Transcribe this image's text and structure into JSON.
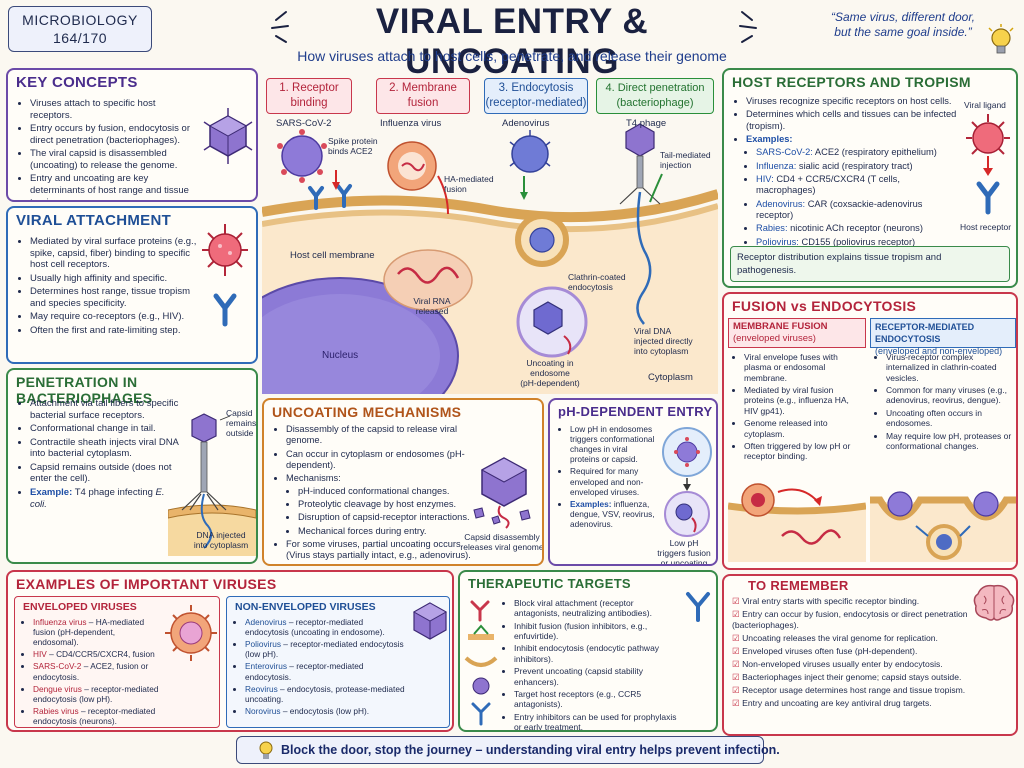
{
  "header": {
    "course": "MICROBIOLOGY",
    "page": "164/170",
    "title": "VIRAL ENTRY & UNCOATING",
    "subtitle": "How viruses attach to host cells, penetrate, and release their genome",
    "quote_line1": "“Same virus, different door,",
    "quote_line2": "but the same goal inside.”"
  },
  "key_concepts": {
    "title": "KEY CONCEPTS",
    "items": [
      "Viruses attach to specific host receptors.",
      "Entry occurs by fusion, endocytosis or direct penetration (bacteriophages).",
      "The viral capsid is disassembled (uncoating) to release the genome.",
      "Entry and uncoating are key determinants of host range and tissue tropism."
    ]
  },
  "viral_attachment": {
    "title": "VIRAL ATTACHMENT",
    "items": [
      "Mediated by viral surface proteins (e.g., spike, capsid, fiber) binding to specific host cell receptors.",
      "Usually high affinity and specific.",
      "Determines host range, tissue tropism and species specificity.",
      "May require co-receptors (e.g., HIV).",
      "Often the first and rate-limiting step."
    ]
  },
  "penetration": {
    "title": "PENETRATION IN BACTERIOPHAGES",
    "items": [
      "Attachment via tail fibers to specific bacterial surface receptors.",
      "Conformational change in tail.",
      "Contractile sheath injects viral DNA into bacterial cytoplasm.",
      "Capsid remains outside (does not enter the cell)."
    ],
    "example_label": "Example:",
    "example_text": "T4 phage infecting",
    "example_italic": "E. coli.",
    "capsid_label1": "Capsid",
    "capsid_label2": "remains",
    "capsid_label3": "outside",
    "dna_label1": "DNA injected",
    "dna_label2": "into cytoplasm"
  },
  "entry": {
    "step1_title1": "1. Receptor",
    "step1_title2": "binding",
    "step2_title1": "2. Membrane",
    "step2_title2": "fusion",
    "step3_title1": "3. Endocytosis",
    "step3_title2": "(receptor-mediated)",
    "step4_title1": "4. Direct penetration",
    "step4_title2": "(bacteriophage)",
    "virus1": "SARS-CoV-2",
    "virus2": "Influenza virus",
    "virus3": "Adenovirus",
    "virus4": "T4 phage",
    "spike1": "Spike protein",
    "spike2": "binds ACE2",
    "ha1": "HA-mediated",
    "ha2": "fusion",
    "tail1": "Tail-mediated",
    "tail2": "injection",
    "host_membrane": "Host cell membrane",
    "rna1": "Viral RNA",
    "rna2": "released",
    "clathrin1": "Clathrin-coated",
    "clathrin2": "endocytosis",
    "uncoat1": "Uncoating in",
    "uncoat2": "endosome",
    "uncoat3": "(pH-dependent)",
    "dna1": "Viral DNA",
    "dna2": "injected directly",
    "dna3": "into cytoplasm",
    "nucleus": "Nucleus",
    "cytoplasm": "Cytoplasm"
  },
  "receptors": {
    "title": "HOST RECEPTORS AND TROPISM",
    "items": [
      "Viruses recognize specific receptors on host cells.",
      "Determines which cells and tissues can be infected (tropism)."
    ],
    "examples_label": "Examples:",
    "examples": [
      {
        "name": "SARS-CoV-2:",
        "text": "ACE2 (respiratory epithelium)"
      },
      {
        "name": "Influenza:",
        "text": "sialic acid (respiratory tract)"
      },
      {
        "name": "HIV:",
        "text": "CD4 + CCR5/CXCR4 (T cells, macrophages)"
      },
      {
        "name": "Adenovirus:",
        "text": "CAR (coxsackie-adenovirus receptor)"
      },
      {
        "name": "Rabies:",
        "text": "nicotinic ACh receptor (neurons)"
      },
      {
        "name": "Poliovirus:",
        "text": "CD155 (poliovirus receptor)"
      }
    ],
    "ligand_label": "Viral ligand",
    "receptor_label": "Host receptor",
    "footer": "Receptor distribution explains tissue tropism and pathogenesis."
  },
  "fusion_vs": {
    "title": "FUSION vs ENDOCYTOSIS",
    "left_title1": "MEMBRANE FUSION",
    "left_title2": "(enveloped viruses)",
    "left_items": [
      "Viral envelope fuses with plasma or endosomal membrane.",
      "Mediated by viral fusion proteins (e.g., influenza HA, HIV gp41).",
      "Genome released into cytoplasm.",
      "Often triggered by low pH or receptor binding."
    ],
    "right_title1": "RECEPTOR-MEDIATED ENDOCYTOSIS",
    "right_title2": "(enveloped and non-enveloped)",
    "right_items": [
      "Virus-receptor complex internalized in clathrin-coated vesicles.",
      "Common for many viruses (e.g., adenovirus, reovirus, dengue).",
      "Uncoating often occurs in endosomes.",
      "May require low pH, proteases or conformational changes."
    ]
  },
  "uncoating": {
    "title": "UNCOATING MECHANISMS",
    "items": [
      "Disassembly of the capsid to release viral genome.",
      "Can occur in cytoplasm or endosomes (pH-dependent).",
      "Mechanisms:"
    ],
    "mechanisms": [
      "pH-induced conformational changes.",
      "Proteolytic cleavage by host enzymes.",
      "Disruption of capsid-receptor interactions.",
      "Mechanical forces during entry."
    ],
    "partial": "For some viruses, partial uncoating occurs (Virus stays partially intact, e.g., adenovirus).",
    "caption1": "Capsid disassembly",
    "caption2": "releases viral genome"
  },
  "ph_entry": {
    "title": "pH-DEPENDENT ENTRY",
    "items": [
      "Low pH in endosomes triggers conformational changes in viral proteins or capsid.",
      "Required for many enveloped and non-enveloped viruses."
    ],
    "examples_label": "Examples:",
    "examples_text": "influenza, dengue, VSV, reovirus, adenovirus.",
    "caption1": "Low pH",
    "caption2": "triggers fusion",
    "caption3": "or uncoating"
  },
  "examples": {
    "title": "EXAMPLES OF IMPORTANT VIRUSES",
    "env_title": "ENVELOPED VIRUSES",
    "env_items": [
      {
        "name": "Influenza virus",
        "text": " – HA-mediated fusion (pH-dependent, endosomal)."
      },
      {
        "name": "HIV",
        "text": " – CD4/CCR5/CXCR4, fusion"
      },
      {
        "name": "SARS-CoV-2",
        "text": " – ACE2, fusion or endocytosis."
      },
      {
        "name": "Dengue virus",
        "text": " – receptor-mediated endocytosis (low pH)."
      },
      {
        "name": "Rabies virus",
        "text": " – receptor-mediated endocytosis (neurons)."
      }
    ],
    "nonenv_title": "NON-ENVELOPED VIRUSES",
    "nonenv_items": [
      {
        "name": "Adenovirus",
        "text": " – receptor-mediated endocytosis (uncoating in endosome)."
      },
      {
        "name": "Poliovirus",
        "text": " – receptor-mediated endocytosis (low pH)."
      },
      {
        "name": "Enterovirus",
        "text": " – receptor-mediated endocytosis."
      },
      {
        "name": "Reovirus",
        "text": " – endocytosis, protease-mediated uncoating."
      },
      {
        "name": "Norovirus",
        "text": " – endocytosis (low pH)."
      }
    ]
  },
  "therapeutic": {
    "title": "THERAPEUTIC TARGETS",
    "items": [
      "Block viral attachment (receptor antagonists, neutralizing antibodies).",
      "Inhibit fusion (fusion inhibitors, e.g., enfuvirtide).",
      "Inhibit endocytosis (endocytic pathway inhibitors).",
      "Prevent uncoating (capsid stability enhancers).",
      "Target host receptors (e.g., CCR5 antagonists).",
      "Entry inhibitors can be used for prophylaxis or early treatment."
    ]
  },
  "remember": {
    "title": "TO REMEMBER",
    "items": [
      "Viral entry starts with specific receptor binding.",
      "Entry can occur by fusion, endocytosis or direct penetration (bacteriophages).",
      "Uncoating releases the viral genome for replication.",
      "Enveloped viruses often fuse (pH-dependent).",
      "Non-enveloped viruses usually enter by endocytosis.",
      "Bacteriophages inject their genome; capsid stays outside.",
      "Receptor usage determines host range and tissue tropism.",
      "Entry and uncoating are key antiviral drug targets."
    ]
  },
  "footer": {
    "text": "Block the door, stop the journey – understanding viral entry helps prevent infection."
  }
}
